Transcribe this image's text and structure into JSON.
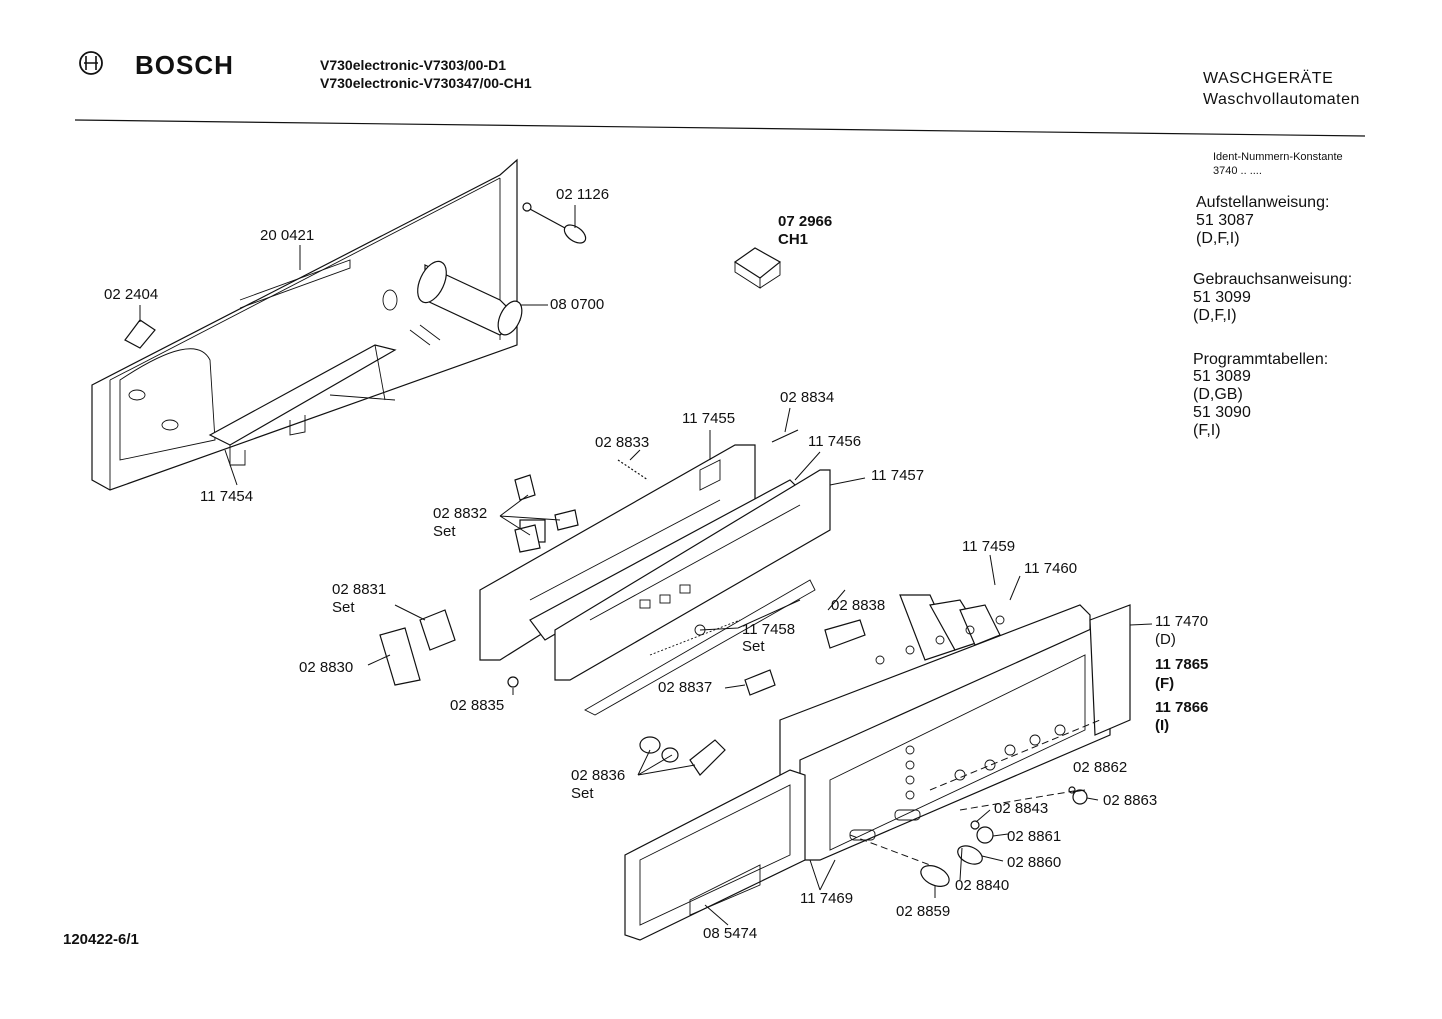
{
  "header": {
    "brand": "BOSCH",
    "model_line_1": "V730electronic-V7303/00-D1",
    "model_line_2": "V730electronic-V730347/00-CH1",
    "category": "WASCHGERÄTE",
    "subcategory": "Waschvollautomaten"
  },
  "sidebar": {
    "ident_label": "Ident-Nummern-Konstante",
    "ident_value": "3740 .. ....",
    "aufstell_title": "Aufstellanweisung:",
    "aufstell_number": "51 3087",
    "aufstell_lang": "(D,F,I)",
    "gebrauch_title": "Gebrauchsanweisung:",
    "gebrauch_number": "51 3099",
    "gebrauch_lang": "(D,F,I)",
    "programm_title": "Programmtabellen:",
    "programm_1_number": "51 3089",
    "programm_1_lang": "(D,GB)",
    "programm_2_number": "51 3090",
    "programm_2_lang": "(F,I)"
  },
  "parts": {
    "p_021126": "02 1126",
    "p_200421": "20 0421",
    "p_022404": "02 2404",
    "p_080700": "08 0700",
    "p_072966": "07 2966",
    "p_072966_variant": "CH1",
    "p_117454": "11 7454",
    "p_028834": "02 8834",
    "p_117455": "11 7455",
    "p_028833": "02 8833",
    "p_117456": "11 7456",
    "p_117457": "11 7457",
    "p_028832": "02 8832",
    "p_028832_set": "Set",
    "p_028831": "02 8831",
    "p_028831_set": "Set",
    "p_028830": "02 8830",
    "p_028835": "02 8835",
    "p_117458": "11 7458",
    "p_117458_set": "Set",
    "p_028838": "02 8838",
    "p_117459": "11 7459",
    "p_117460": "11 7460",
    "p_117470": "11 7470",
    "p_117470_variant": "(D)",
    "p_117865": "11 7865",
    "p_117865_variant": "(F)",
    "p_117866": "11 7866",
    "p_117866_variant": "(I)",
    "p_028837": "02 8837",
    "p_028836": "02 8836",
    "p_028836_set": "Set",
    "p_028862": "02 8862",
    "p_028863": "02 8863",
    "p_028843": "02 8843",
    "p_028861": "02 8861",
    "p_028860": "02 8860",
    "p_028840": "02 8840",
    "p_117469": "11 7469",
    "p_028859": "02 8859",
    "p_085474": "08 5474"
  },
  "footer": {
    "drawing_number": "120422-6/1"
  }
}
